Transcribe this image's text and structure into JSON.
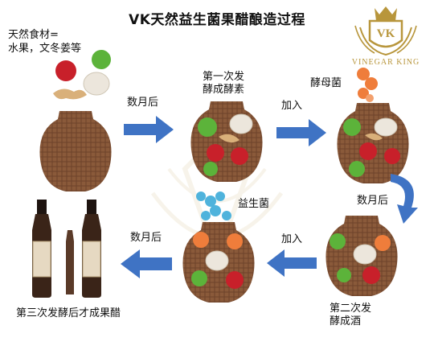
{
  "title": "VK天然益生菌果醋酿造过程",
  "logo": {
    "initials": "VK",
    "brand": "VINEGAR KING",
    "watermark_text": "VINEGAR KING"
  },
  "ingredients": {
    "line1": "天然食材=",
    "line2": "水果，文冬姜等"
  },
  "steps": {
    "arrow1_label": "数月后",
    "stage1_line1": "第一次发",
    "stage1_line2": "酵成酵素",
    "arrow2_label": "加入",
    "yeast_label": "酵母菌",
    "arrow3_label": "数月后",
    "stage2_line1": "第二次发",
    "stage2_line2": "酵成酒",
    "arrow4_label": "加入",
    "probiotic_label": "益生菌",
    "arrow5_label": "数月后",
    "final_label": "第三次发酵后才成果醋"
  },
  "colors": {
    "arrow_blue": "#3f73c4",
    "jar_brown": "#8a5a3a",
    "logo_gold": "#b8963c",
    "apple_green": "#5cb33a",
    "apple_red": "#c8202a",
    "yeast_orange": "#ef7d3b",
    "probiotic_blue": "#4fb3dc"
  }
}
